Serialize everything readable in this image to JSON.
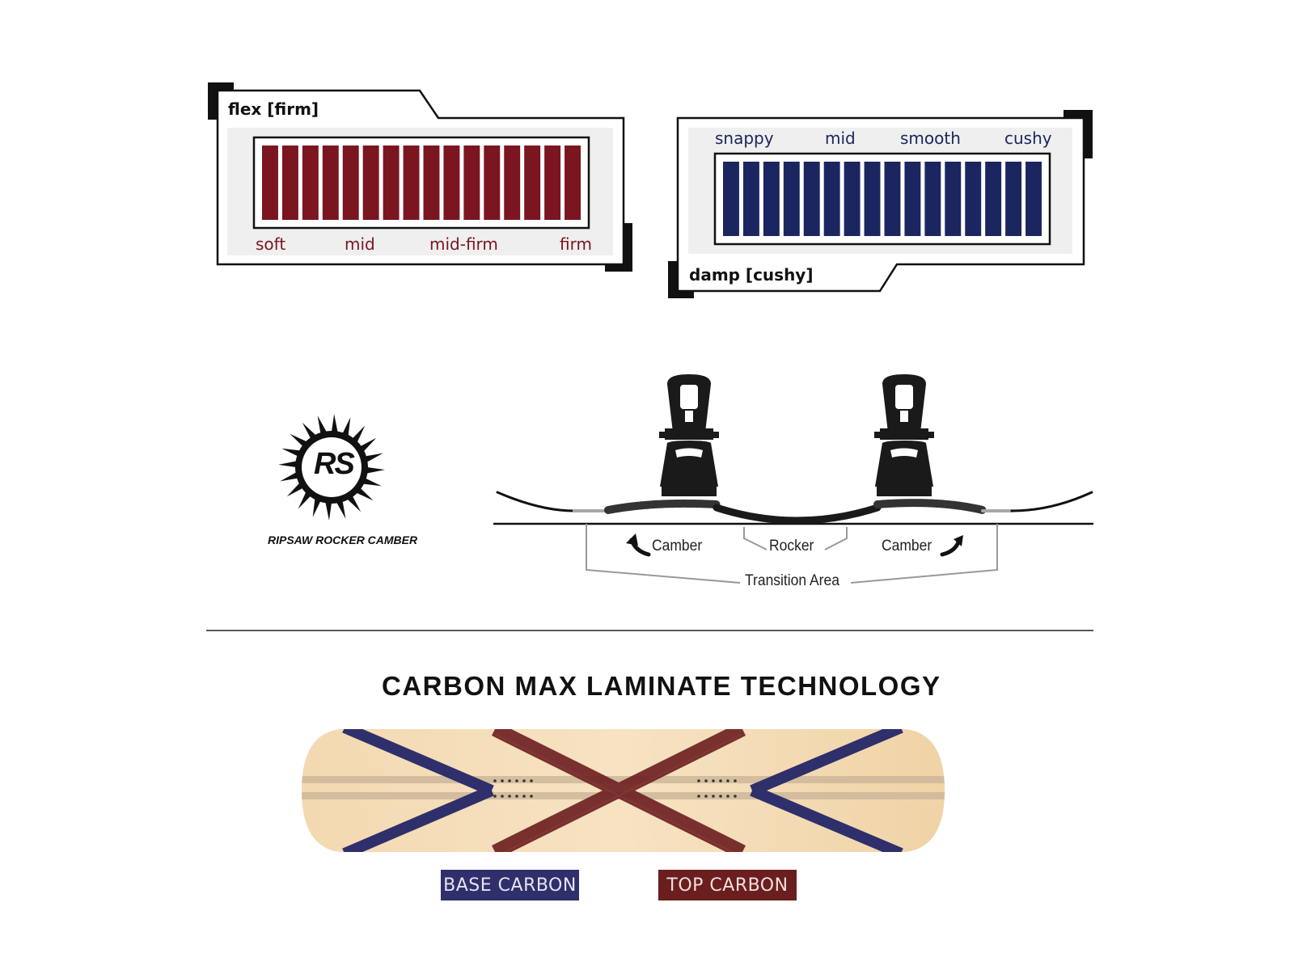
{
  "flex": {
    "title": "flex [firm]",
    "labels": [
      "soft",
      "mid",
      "mid-firm",
      "firm"
    ],
    "filled_segments": 16,
    "total_segments": 16,
    "color": "#7b1520"
  },
  "damp": {
    "title": "damp [cushy]",
    "labels": [
      "snappy",
      "mid",
      "smooth",
      "cushy"
    ],
    "filled_segments": 16,
    "total_segments": 16,
    "color": "#1b2660"
  },
  "profile": {
    "logo_monogram": "RS",
    "logo_caption": "RIPSAW ROCKER CAMBER",
    "labels": {
      "camber_left": "Camber",
      "rocker": "Rocker",
      "camber_right": "Camber",
      "transition": "Transition Area"
    },
    "icons": [
      "binding-icon",
      "binding-icon",
      "saw-blade-icon",
      "curved-arrow-icon"
    ]
  },
  "laminate": {
    "title": "CARBON MAX LAMINATE TECHNOLOGY",
    "base_label": "BASE CARBON",
    "top_label": "TOP CARBON",
    "base_color": "#2e2f6b",
    "top_color": "#6b1e1e",
    "core_color": "#f2d8b0"
  }
}
